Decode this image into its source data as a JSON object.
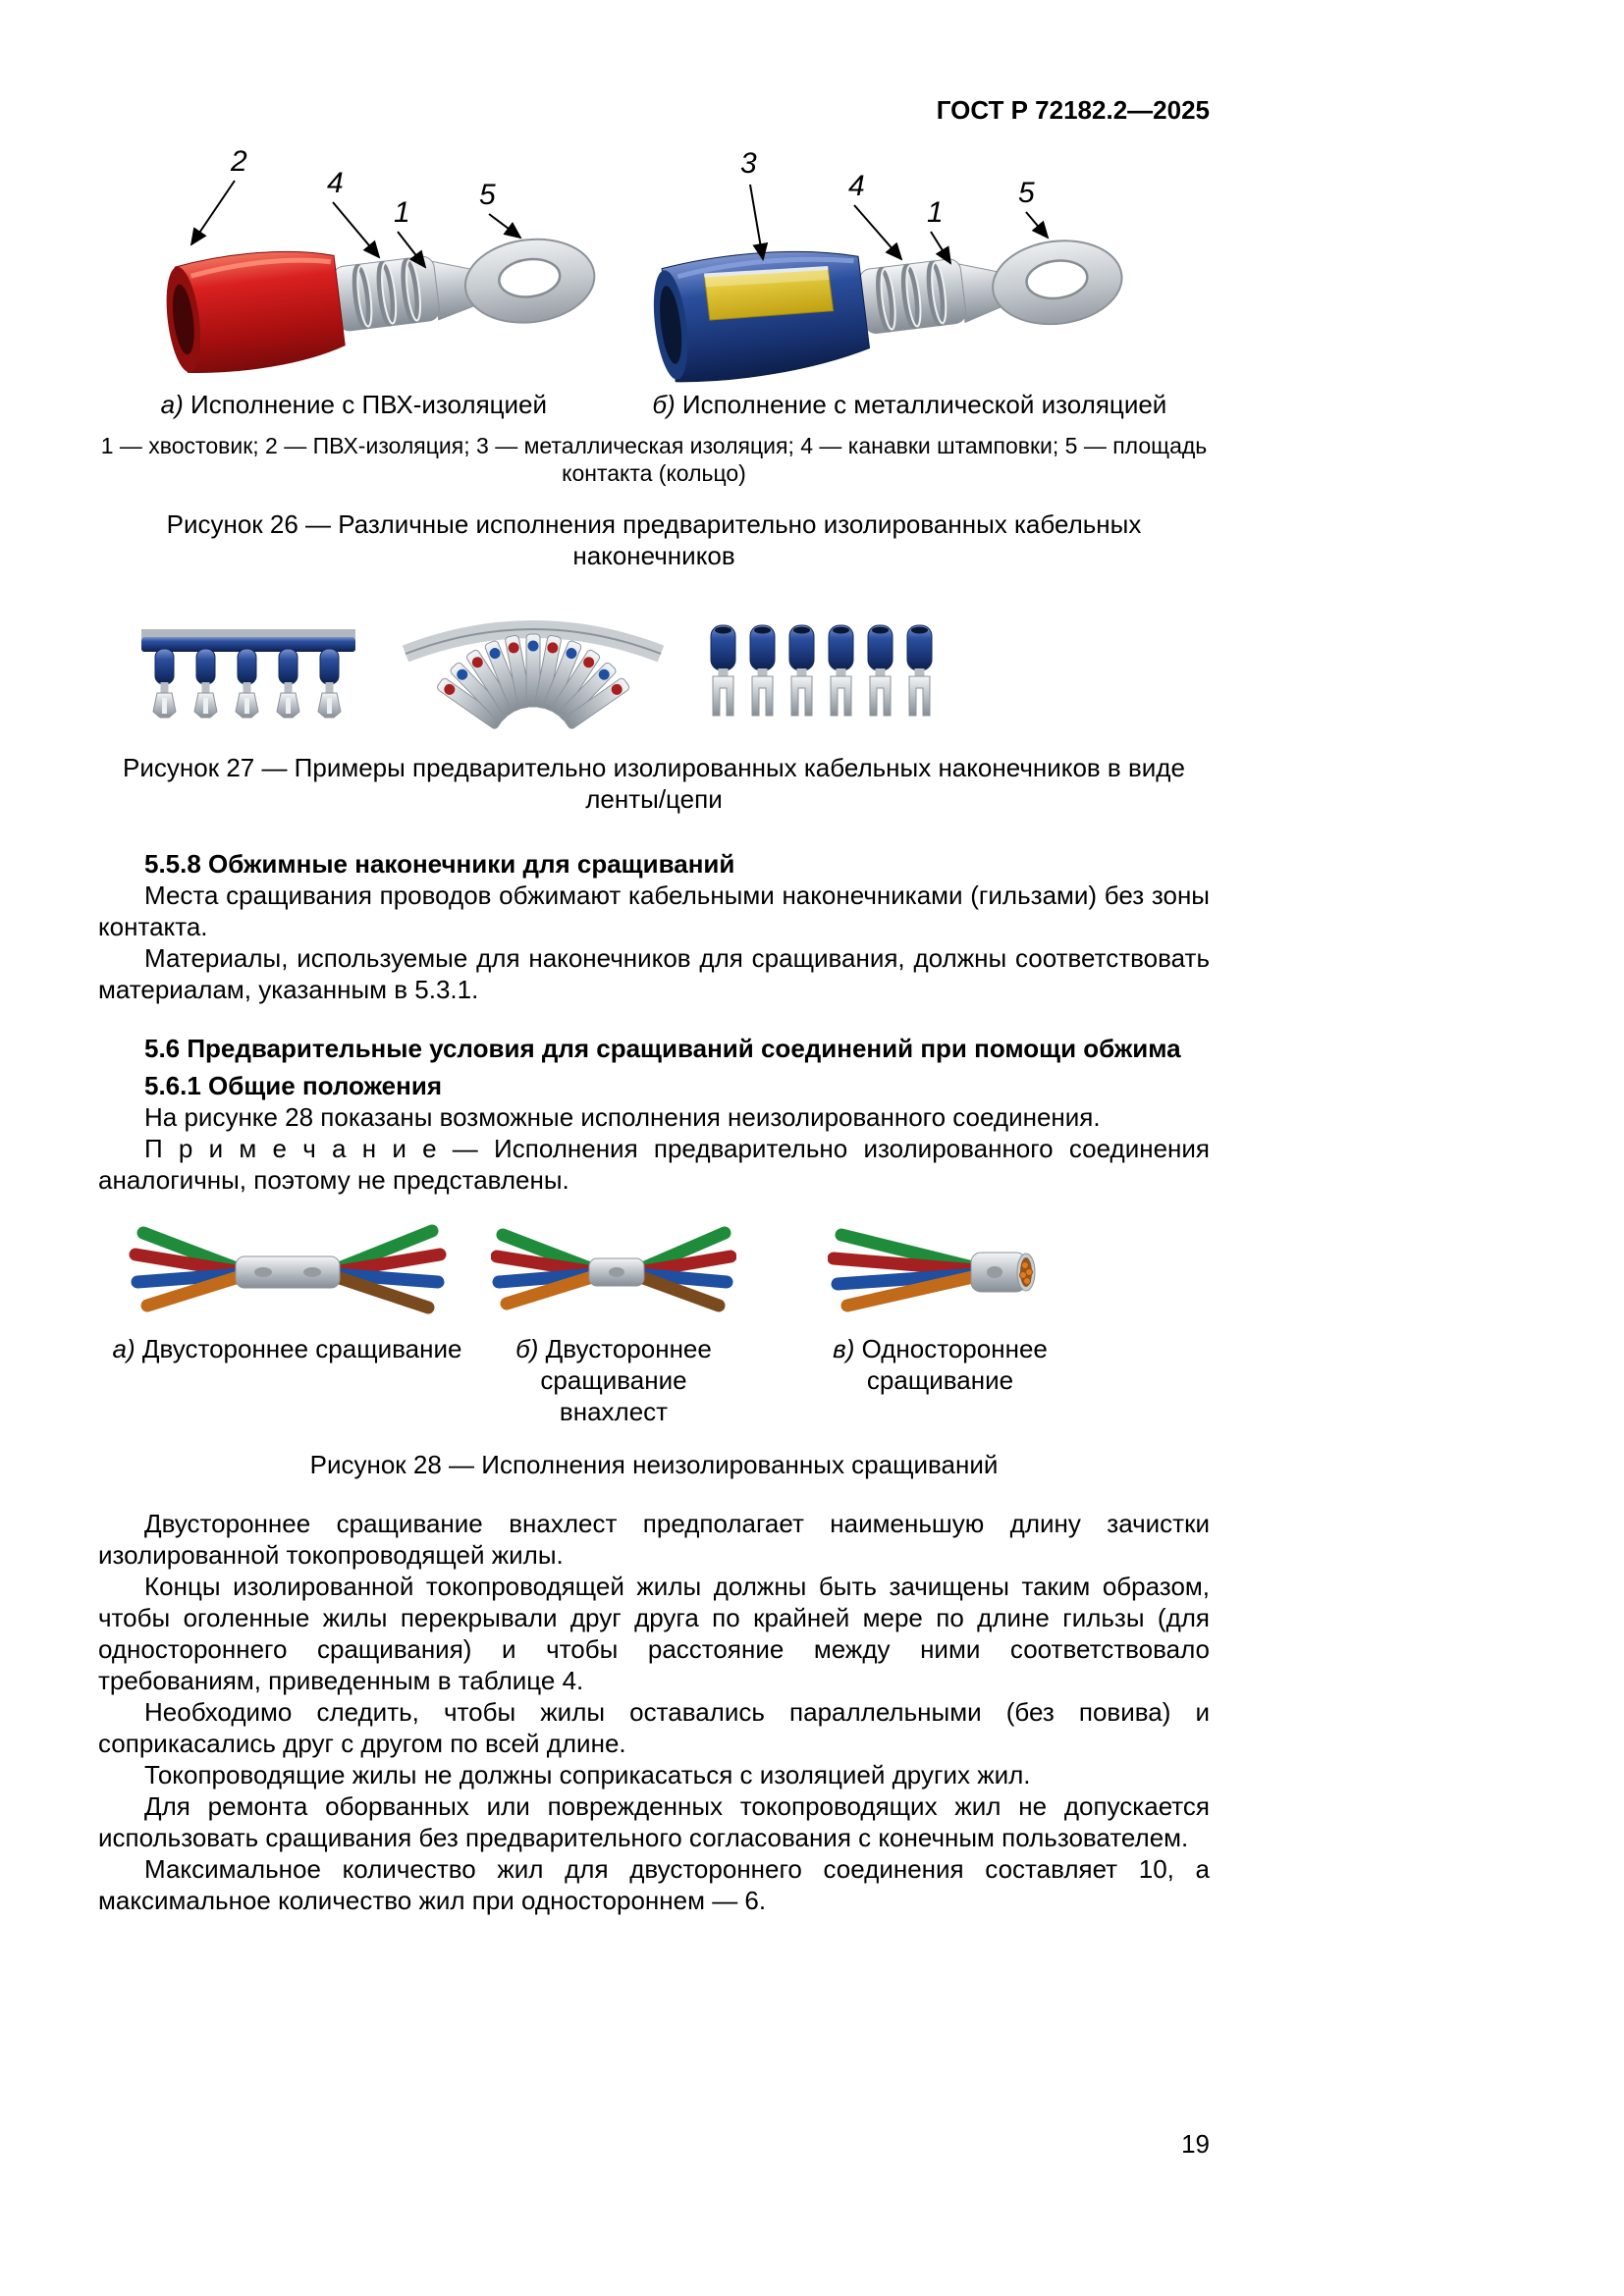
{
  "header": {
    "standard": "ГОСТ Р 72182.2—2025"
  },
  "figure26": {
    "callouts_a": [
      "2",
      "4",
      "1",
      "5"
    ],
    "callouts_b": [
      "3",
      "4",
      "1",
      "5"
    ],
    "caption_a_letter": "а)",
    "caption_a_text": "Исполнение с ПВХ-изоляцией",
    "caption_b_letter": "б)",
    "caption_b_text": "Исполнение с металлической изоляцией",
    "legend": "1 — хвостовик; 2 — ПВХ-изоляция; 3 — металлическая изоляция; 4 — канавки штамповки; 5 — площадь контакта (кольцо)",
    "title": "Рисунок 26 — Различные исполнения предварительно изолированных кабельных наконечников"
  },
  "figure27": {
    "title": "Рисунок 27 — Примеры предварительно изолированных кабельных наконечников в виде ленты/цепи"
  },
  "sections": {
    "s558_heading": "5.5.8 Обжимные наконечники для сращиваний",
    "s558_p1": "Места сращивания проводов обжимают кабельными наконечниками (гильзами) без зоны контакта.",
    "s558_p2": "Материалы, используемые для наконечников для сращивания, должны соответствовать материалам, указанным в 5.3.1.",
    "s56_heading": "5.6 Предварительные условия для сращиваний соединений при помощи обжима",
    "s561_heading": "5.6.1 Общие положения",
    "s561_p1": "На рисунке 28 показаны возможные исполнения неизолированного соединения.",
    "note": "П р и м е ч а н и е  — Исполнения предварительно изолированного соединения аналогичны, поэтому не представлены."
  },
  "figure28": {
    "caption_a_letter": "а)",
    "caption_a_text": "Двустороннее сращивание",
    "caption_b_letter": "б)",
    "caption_b_text": "Двустороннее сращивание\nвнахлест",
    "caption_v_letter": "в)",
    "caption_v_text": "Одностороннее сращивание",
    "title": "Рисунок 28 — Исполнения неизолированных сращиваний"
  },
  "body": {
    "p1": "Двустороннее сращивание внахлест предполагает наименьшую длину зачистки изолированной токопроводящей жилы.",
    "p2": "Концы изолированной токопроводящей жилы должны быть зачищены таким образом, чтобы оголенные жилы перекрывали друг друга по крайней мере по длине гильзы (для одностороннего сращивания) и чтобы расстояние между ними соответствовало требованиям, приведенным в таблице 4.",
    "p3": "Необходимо следить, чтобы жилы оставались параллельными (без повива) и соприкасались друг с другом по всей длине.",
    "p4": "Токопроводящие жилы не должны соприкасаться с изоляцией других жил.",
    "p5": "Для ремонта оборванных или поврежденных токопроводящих жил не допускается использовать сращивания без предварительного согласования с конечным пользователем.",
    "p6": "Максимальное количество жил для двустороннего соединения составляет 10, а максимальное количество жил при одностороннем — 6."
  },
  "footer": {
    "page_number": "19"
  },
  "colors": {
    "pvc_red": "#c11212",
    "metal_blue": "#23459c",
    "wire_yellow": "#e0bd1e",
    "metal_silver": "#c9ced3",
    "wire_green": "#1f8c3b",
    "wire_red": "#a52020",
    "wire_blue": "#1e4fa0",
    "wire_orange": "#c06a1a",
    "wire_brown": "#7a4a1f"
  }
}
